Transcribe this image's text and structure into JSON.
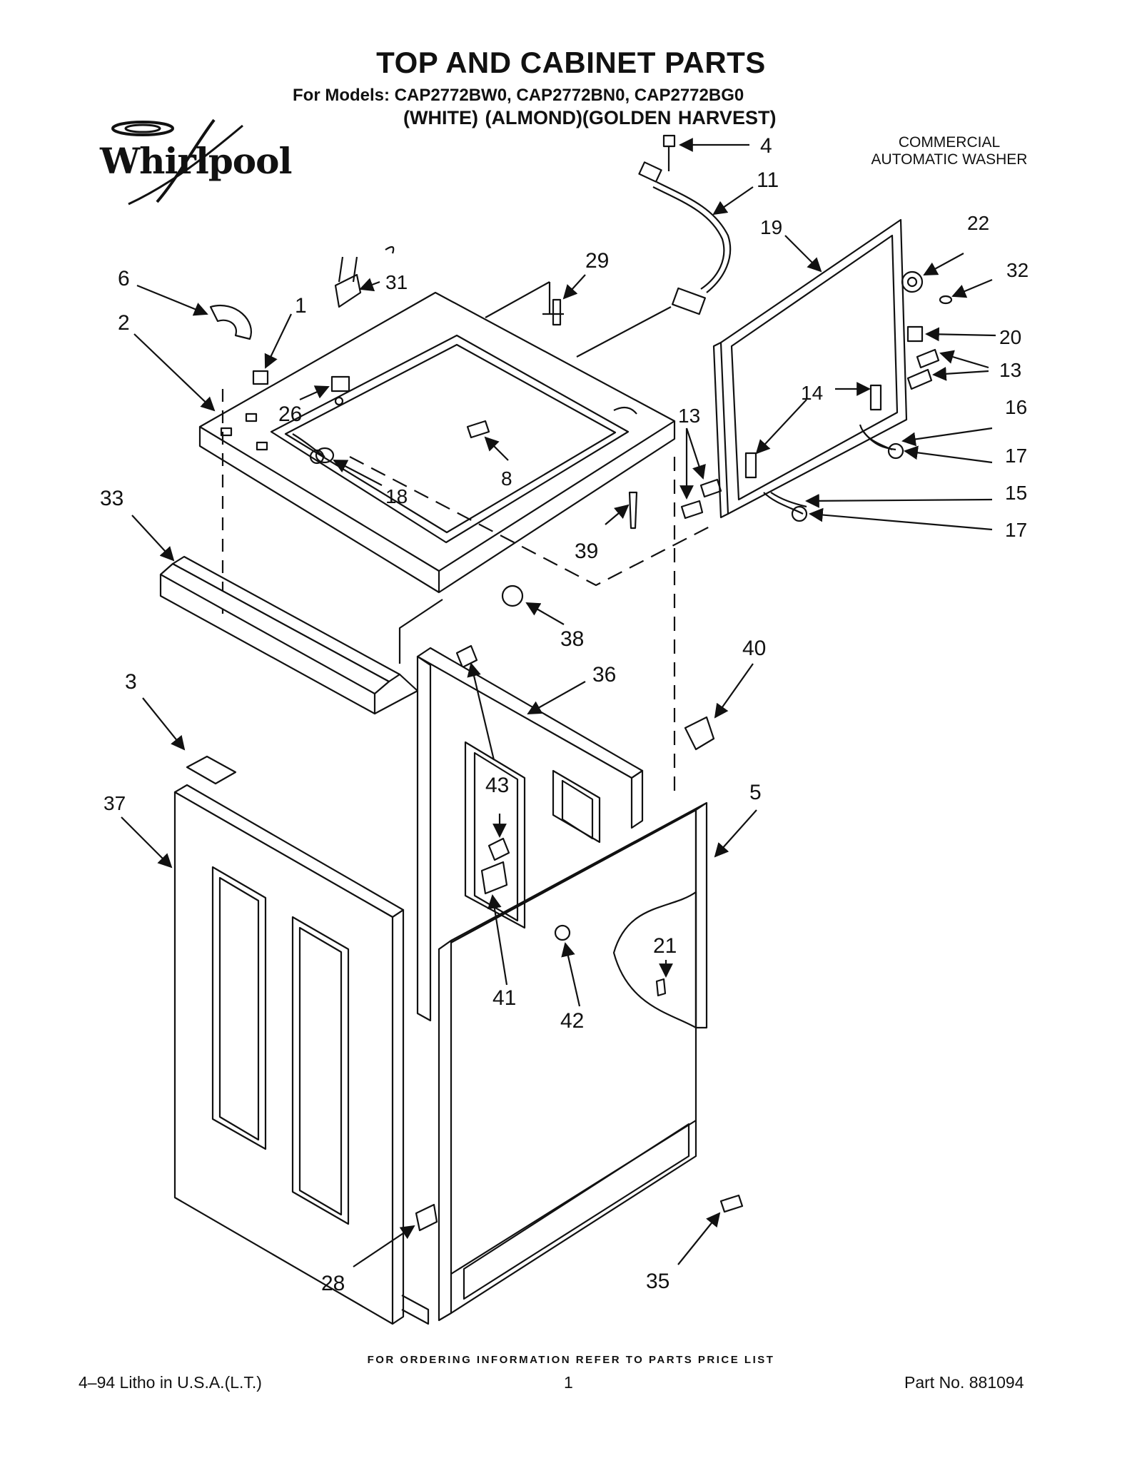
{
  "header": {
    "title": "TOP AND CABINET PARTS",
    "models": "For Models: CAP2772BW0, CAP2772BN0, CAP2772BG0",
    "colors": "(WHITE)    (ALMOND)(GOLDEN HARVEST)",
    "brand": "Whirlpool",
    "product_line1": "COMMERCIAL",
    "product_line2": "AUTOMATIC WASHER"
  },
  "callouts": [
    {
      "id": "c4",
      "label": "4"
    },
    {
      "id": "c11",
      "label": "11"
    },
    {
      "id": "c19",
      "label": "19"
    },
    {
      "id": "c22",
      "label": "22"
    },
    {
      "id": "c32",
      "label": "32"
    },
    {
      "id": "c6",
      "label": "6"
    },
    {
      "id": "c31",
      "label": "31"
    },
    {
      "id": "c29",
      "label": "29"
    },
    {
      "id": "c1",
      "label": "1"
    },
    {
      "id": "c2",
      "label": "2"
    },
    {
      "id": "c20",
      "label": "20"
    },
    {
      "id": "c13a",
      "label": "13"
    },
    {
      "id": "c14",
      "label": "14"
    },
    {
      "id": "c26",
      "label": "26"
    },
    {
      "id": "c13b",
      "label": "13"
    },
    {
      "id": "c16",
      "label": "16"
    },
    {
      "id": "c17a",
      "label": "17"
    },
    {
      "id": "c8",
      "label": "8"
    },
    {
      "id": "c18",
      "label": "18"
    },
    {
      "id": "c15",
      "label": "15"
    },
    {
      "id": "c33",
      "label": "33"
    },
    {
      "id": "c17b",
      "label": "17"
    },
    {
      "id": "c39",
      "label": "39"
    },
    {
      "id": "c38",
      "label": "38"
    },
    {
      "id": "c40",
      "label": "40"
    },
    {
      "id": "c3",
      "label": "3"
    },
    {
      "id": "c36",
      "label": "36"
    },
    {
      "id": "c43",
      "label": "43"
    },
    {
      "id": "c5",
      "label": "5"
    },
    {
      "id": "c37",
      "label": "37"
    },
    {
      "id": "c21",
      "label": "21"
    },
    {
      "id": "c41",
      "label": "41"
    },
    {
      "id": "c42",
      "label": "42"
    },
    {
      "id": "c35",
      "label": "35"
    },
    {
      "id": "c28",
      "label": "28"
    }
  ],
  "footer": {
    "ordering_note": "FOR ORDERING INFORMATION REFER TO PARTS PRICE LIST",
    "litho": "4–94 Litho in U.S.A.(L.T.)",
    "page": "1",
    "part_no": "Part No. 881094"
  }
}
